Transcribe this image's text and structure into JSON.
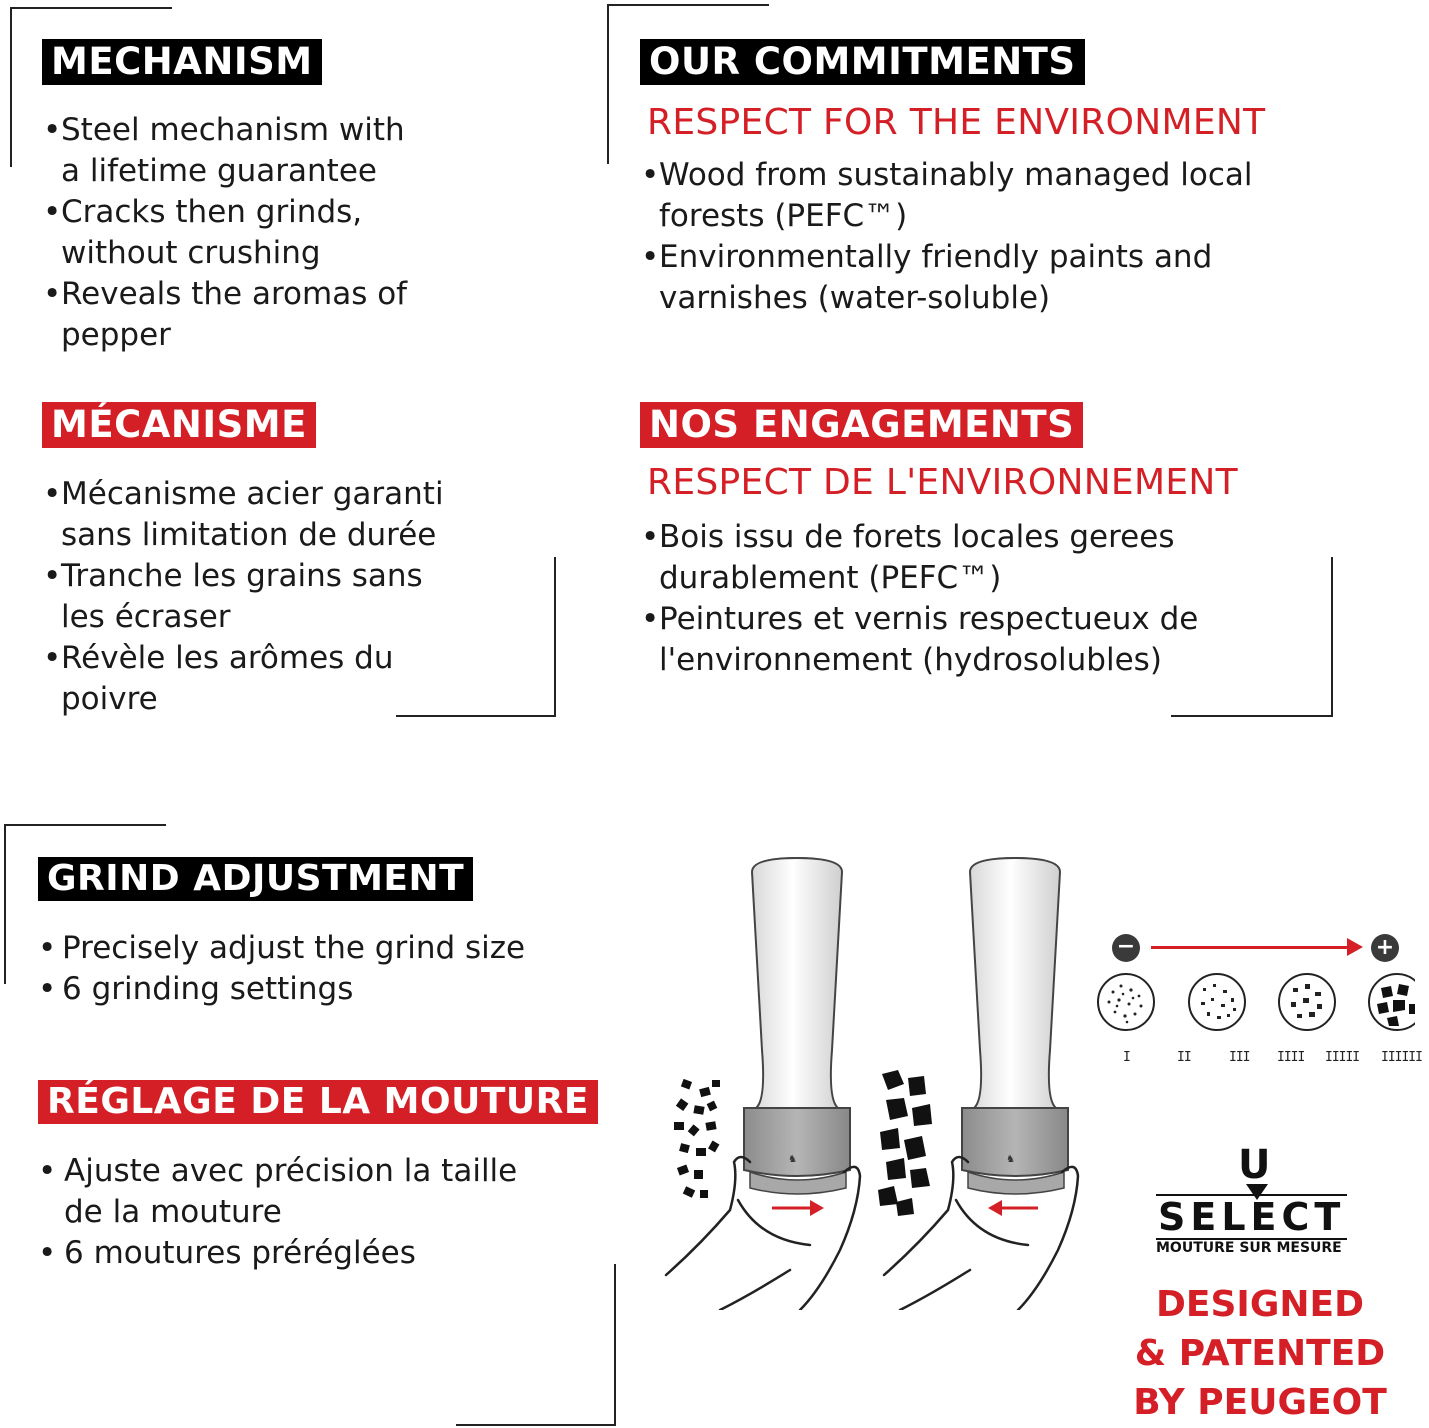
{
  "mechanism": {
    "title": "MECHANISM",
    "bullets": [
      "Steel mechanism with\na lifetime guarantee",
      "Cracks then grinds,\nwithout crushing",
      "Reveals the aromas of\npepper"
    ]
  },
  "mecanisme": {
    "title": "MÉCANISME",
    "bullets": [
      "Mécanisme acier garanti\nsans limitation de durée",
      "Tranche les grains sans\nles écraser",
      "Révèle les arômes du\npoivre"
    ]
  },
  "commitments": {
    "title": "OUR COMMITMENTS",
    "subtitle": "RESPECT FOR THE ENVIRONMENT",
    "bullets": [
      "Wood from sustainably managed local\nforests (PEFC™)",
      "Environmentally friendly paints and\nvarnishes (water-soluble)"
    ]
  },
  "engagements": {
    "title": "NOS ENGAGEMENTS",
    "subtitle": "RESPECT DE L'ENVIRONNEMENT",
    "bullets": [
      "Bois issu de forets locales gerees\ndurablement (PEFC™)",
      "Peintures et vernis respectueux de\nl'environnement (hydrosolubles)"
    ]
  },
  "grind": {
    "title": "GRIND ADJUSTMENT",
    "bullets": [
      "Precisely adjust the grind size",
      "6 grinding settings"
    ]
  },
  "reglage": {
    "title": "RÉGLAGE DE LA MOUTURE",
    "bullets": [
      "Ajuste avec précision la taille\nde la mouture",
      "6 moutures préréglées"
    ]
  },
  "scale": {
    "minus": "−",
    "plus": "+",
    "levels": [
      "I",
      "II",
      "III",
      "IIII",
      "IIIII",
      "IIIIII"
    ]
  },
  "logo": {
    "letter": "U",
    "word": "SELECT",
    "tagline": "MOUTURE SUR MESURE"
  },
  "designed": {
    "line1": "DESIGNED",
    "line2": "& PATENTED",
    "line3": "BY PEUGEOT"
  },
  "colors": {
    "accent": "#d41f26",
    "black": "#000000"
  }
}
